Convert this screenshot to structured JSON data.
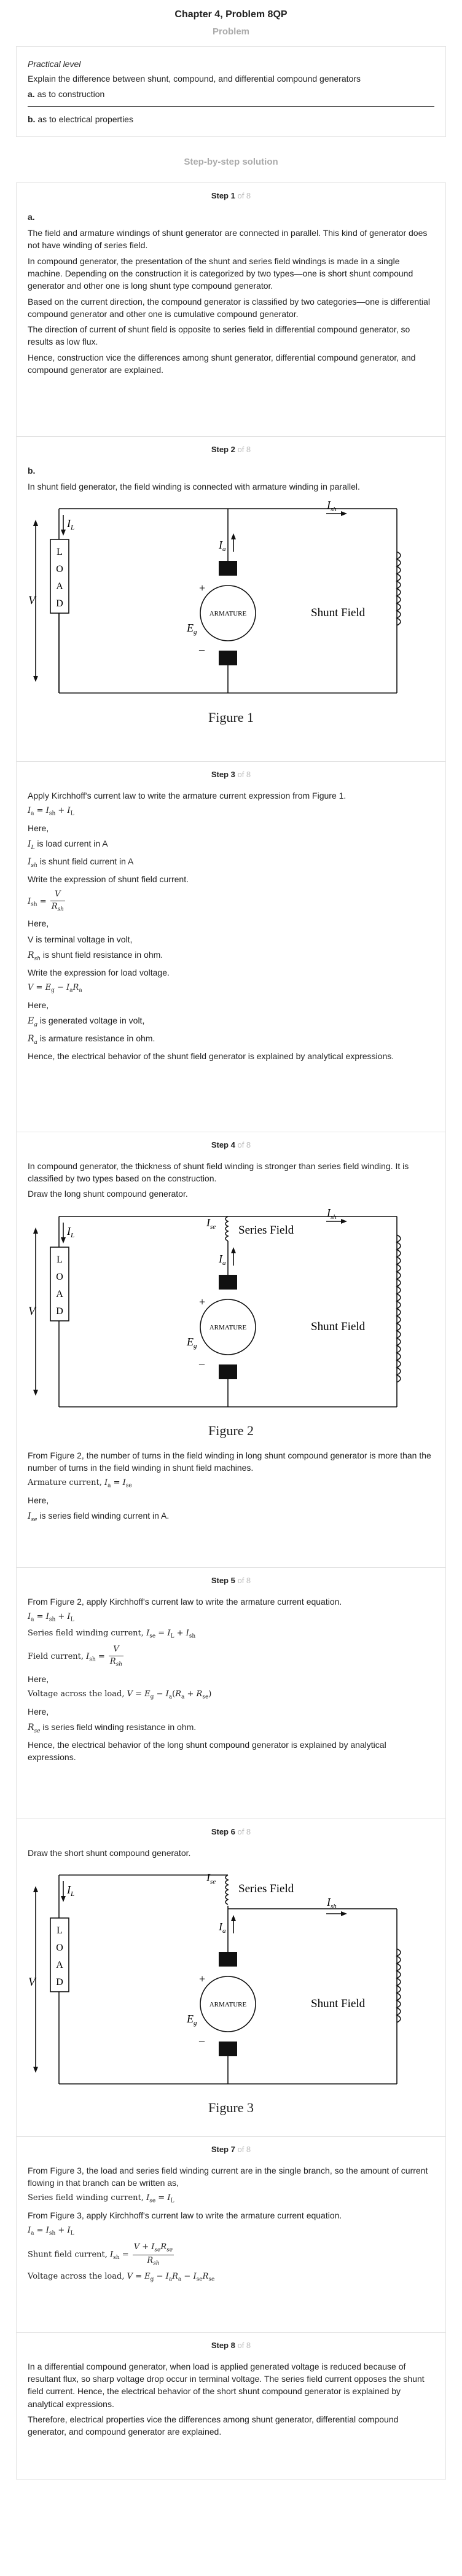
{
  "header": {
    "title": "Chapter 4, Problem 8QP",
    "problem_heading": "Problem",
    "solution_heading": "Step-by-step solution"
  },
  "problem": {
    "level": "Practical level",
    "question": "Explain the difference between shunt, compound, and differential compound generators",
    "part_a_label": "a.",
    "part_a_text": "as to construction",
    "part_b_label": "b.",
    "part_b_text": "as to electrical properties"
  },
  "steps": [
    {
      "title": "Step 1",
      "of": "of 8",
      "label": "a.",
      "paragraphs": [
        "The field and armature windings of shunt generator are connected in parallel. This kind of generator does not have winding of series field.",
        "In compound generator, the presentation of the shunt and series field windings is made in a single machine. Depending on the construction it is categorized by two types—one is short shunt compound generator and other one is long shunt type compound generator.",
        "Based on the current direction, the compound generator is classified by two categories—one is differential compound generator and other one is cumulative compound generator.",
        "The direction of current of shunt field is opposite to series field in differential compound generator, so results as low flux.",
        "Hence, construction vice the differences among shunt generator, differential compound generator, and compound generator are explained."
      ]
    },
    {
      "title": "Step 2",
      "of": "of 8",
      "label": "b.",
      "text": "In shunt field generator, the field winding is connected with armature winding in parallel.",
      "figure_caption": "Figure 1"
    },
    {
      "title": "Step 3",
      "of": "of 8",
      "intro": "Apply Kirchhoff's current law to write the armature current expression from Figure 1.",
      "here": "Here,",
      "il_desc": "is load current in A",
      "ish_desc": "is shunt field current in A",
      "shunt_expr_intro": "Write the expression of shunt field current.",
      "v_desc": "V is terminal voltage in volt,",
      "rsh_desc": "is shunt field resistance in ohm.",
      "load_expr_intro": "Write the expression for load voltage.",
      "eg_desc": "is generated voltage in volt,",
      "ra_desc": "is armature resistance in ohm.",
      "conclusion": "Hence, the electrical behavior of the shunt field generator is explained by analytical expressions."
    },
    {
      "title": "Step 4",
      "of": "of 8",
      "text1": "In compound generator, the thickness of shunt field winding is stronger than series field winding. It is classified by two types based on the construction.",
      "text2": "Draw the long shunt compound generator.",
      "figure_caption": "Figure 2",
      "text3": "From Figure 2, the number of turns in the field winding in long shunt compound generator is more than the number of turns in the field winding in shunt field machines.",
      "armature_eq_label": "Armature current,",
      "here": "Here,",
      "ise_desc": "is series field winding current in A."
    },
    {
      "title": "Step 5",
      "of": "of 8",
      "intro": "From Figure 2, apply Kirchhoff's current law to write the armature current equation.",
      "series_label": "Series field winding current,",
      "field_label": "Field current,",
      "voltage_label": "Voltage across the load,",
      "here": "Here,",
      "rse_desc": "is series field winding resistance in ohm.",
      "conclusion": "Hence, the electrical behavior of the long shunt compound generator is explained by analytical expressions."
    },
    {
      "title": "Step 6",
      "of": "of 8",
      "text": "Draw the short shunt compound generator.",
      "figure_caption": "Figure 3"
    },
    {
      "title": "Step 7",
      "of": "of 8",
      "text1": "From Figure 3, the load and series field winding current are in the single branch, so the amount of current flowing in that branch can be written as,",
      "series_label": "Series field winding current,",
      "text2": "From Figure 3, apply Kirchhoff's current law to write the armature current equation.",
      "shunt_label": "Shunt field current,",
      "voltage_label": "Voltage across the load,"
    },
    {
      "title": "Step 8",
      "of": "of 8",
      "paragraphs": [
        "In a differential compound generator, when load is applied generated voltage is reduced because of resultant flux, so sharp voltage drop occur in terminal voltage. The series field current opposes the shunt field current. Hence, the electrical behavior of the short shunt compound generator is explained by analytical expressions.",
        "Therefore, electrical properties vice the differences among shunt generator, differential compound generator, and compound generator are explained."
      ]
    }
  ],
  "circuit": {
    "load_letters": [
      "L",
      "O",
      "A",
      "D"
    ],
    "armature": "ARMATURE",
    "shunt_field": "Shunt Field",
    "series_field": "Series Field",
    "v": "V",
    "il": "I",
    "il_sub": "L",
    "ia": "I",
    "ia_sub": "a",
    "ish": "I",
    "ish_sub": "sh",
    "ise": "I",
    "ise_sub": "se",
    "eg": "E",
    "eg_sub": "g",
    "plus": "+",
    "minus": "–"
  }
}
